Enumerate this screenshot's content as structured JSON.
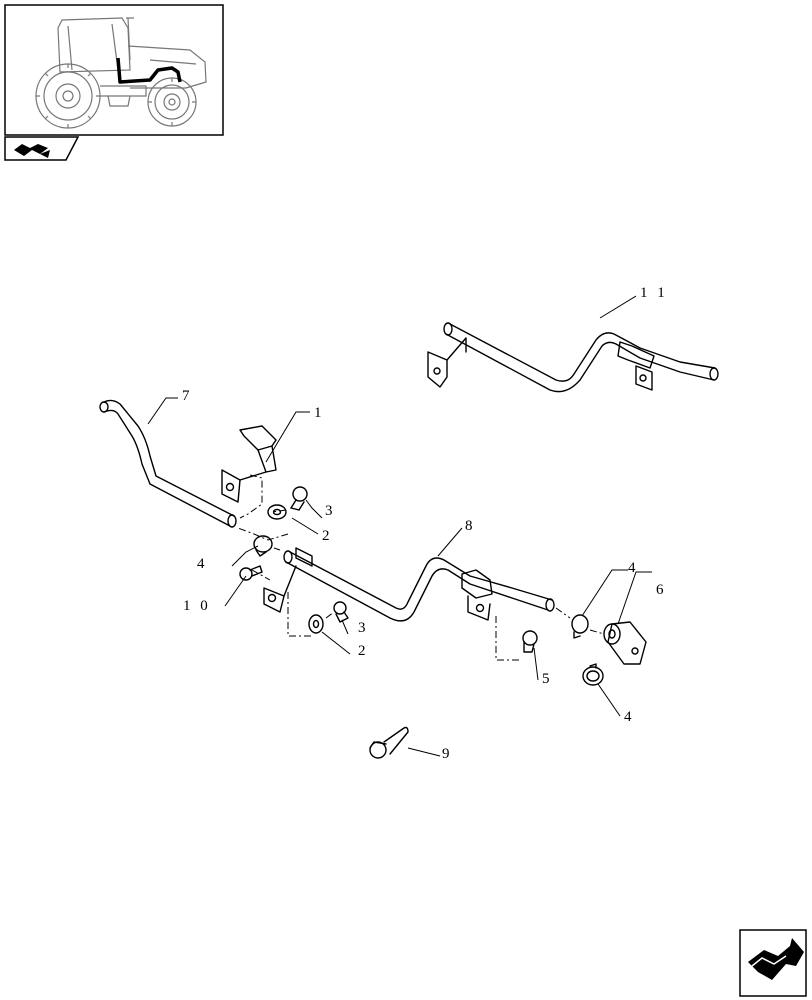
{
  "thumbnail": {
    "icon": "tractor-overview-icon"
  },
  "nav": {
    "prev_icon": "previous-page-arrow-icon",
    "next_icon": "next-page-arrow-icon"
  },
  "callouts": [
    {
      "id": "c11",
      "text": "1 1"
    },
    {
      "id": "c7",
      "text": "7"
    },
    {
      "id": "c1",
      "text": "1"
    },
    {
      "id": "c3a",
      "text": "3"
    },
    {
      "id": "c2a",
      "text": "2"
    },
    {
      "id": "c4a",
      "text": "4"
    },
    {
      "id": "c8",
      "text": "8"
    },
    {
      "id": "c10",
      "text": "1 0"
    },
    {
      "id": "c3b",
      "text": "3"
    },
    {
      "id": "c2b",
      "text": "2"
    },
    {
      "id": "c4b",
      "text": "4"
    },
    {
      "id": "c6",
      "text": "6"
    },
    {
      "id": "c5",
      "text": "5"
    },
    {
      "id": "c4c",
      "text": "4"
    },
    {
      "id": "c9",
      "text": "9"
    }
  ]
}
